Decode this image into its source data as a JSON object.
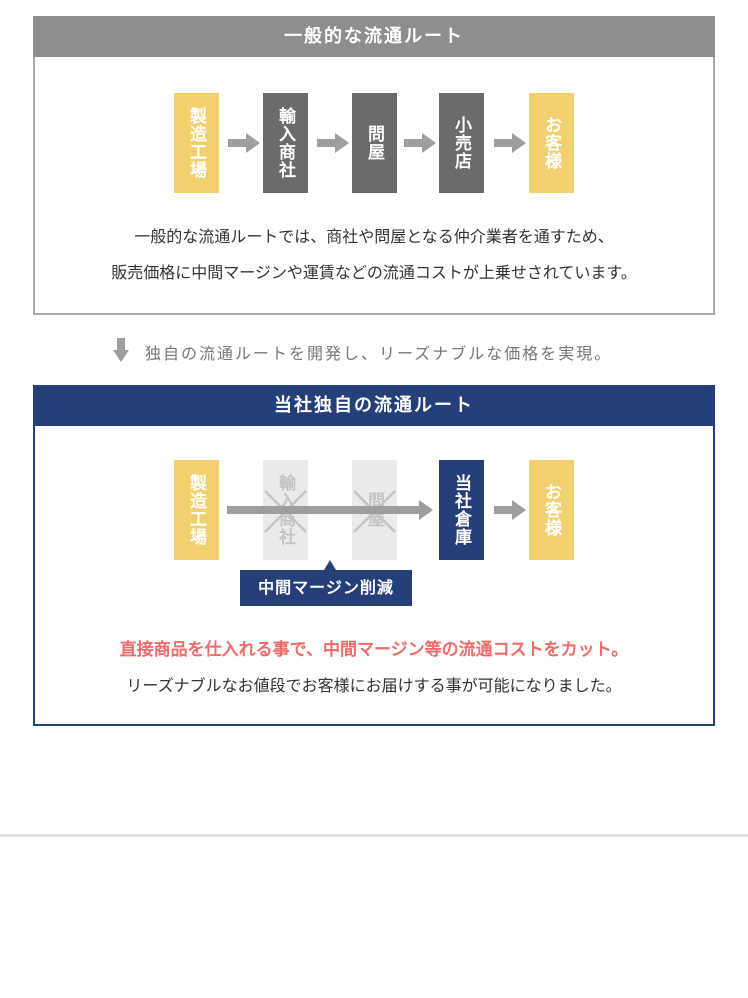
{
  "general": {
    "title": "一般的な流通ルート",
    "nodes": [
      "製造工場",
      "輸入商社",
      "問屋",
      "小売店",
      "お客様"
    ],
    "line1": "一般的な流通ルートでは、商社や問屋となる仲介業者を通すため、",
    "line2": "販売価格に中間マージンや運賃などの流通コストが上乗せされています。"
  },
  "transition": "独自の流通ルートを開発し、リーズナブルな価格を実現。",
  "own": {
    "title": "当社独自の流通ルート",
    "nodes": [
      "製造工場",
      "輸入商社",
      "問屋",
      "当社倉庫",
      "お客様"
    ],
    "badge": "中間マージン削減",
    "highlight": "直接商品を仕入れる事で、中間マージン等の流通コストをカット。",
    "line2": "リーズナブルなお値段でお客様にお届けする事が可能になりました。"
  },
  "colors": {
    "gray_header": "#8e8e8e",
    "navy": "#253f78",
    "yellow": "#f1d06f",
    "red": "#f06a6a"
  }
}
